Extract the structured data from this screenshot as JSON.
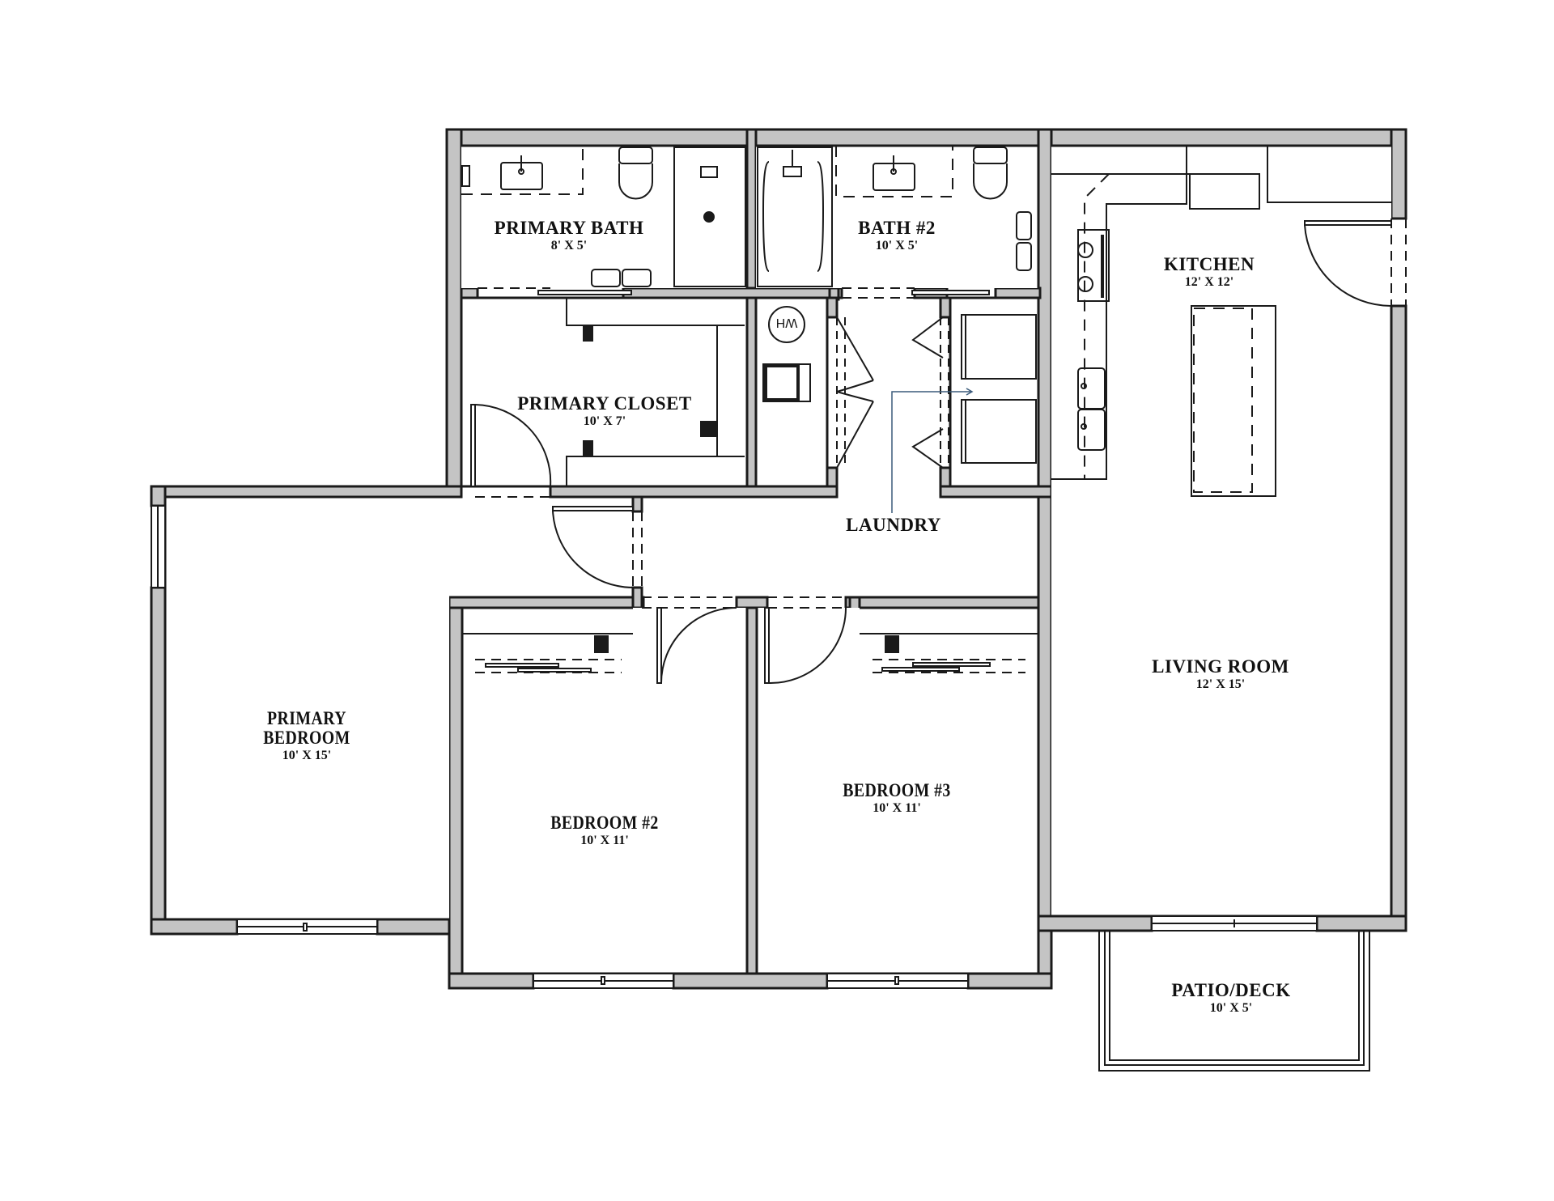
{
  "plan": {
    "colors": {
      "wall_fill": "#c4c4c4",
      "wall_line": "#1a1a1a",
      "fixture_line": "#1a1a1a",
      "leader_line": "#3a5a7a",
      "background": "#ffffff"
    }
  },
  "rooms": {
    "primary_bath": {
      "name": "PRIMARY BATH",
      "dims": "8' X 5'"
    },
    "bath_2": {
      "name": "BATH #2",
      "dims": "10' X 5'"
    },
    "kitchen": {
      "name": "KITCHEN",
      "dims": "12' X 12'"
    },
    "primary_closet": {
      "name": "PRIMARY CLOSET",
      "dims": "10' X 7'"
    },
    "laundry": {
      "name": "LAUNDRY"
    },
    "primary_bedroom": {
      "name_line1": "PRIMARY",
      "name_line2": "BEDROOM",
      "dims": "10' X 15'"
    },
    "bedroom_2": {
      "name": "BEDROOM #2",
      "dims": "10' X 11'"
    },
    "bedroom_3": {
      "name": "BEDROOM #3",
      "dims": "10' X 11'"
    },
    "living_room": {
      "name": "LIVING ROOM",
      "dims": "12' X 15'"
    },
    "patio_deck": {
      "name": "PATIO/DECK",
      "dims": "10' X 5'"
    }
  },
  "fixtures": {
    "water_heater_label": "WH"
  }
}
